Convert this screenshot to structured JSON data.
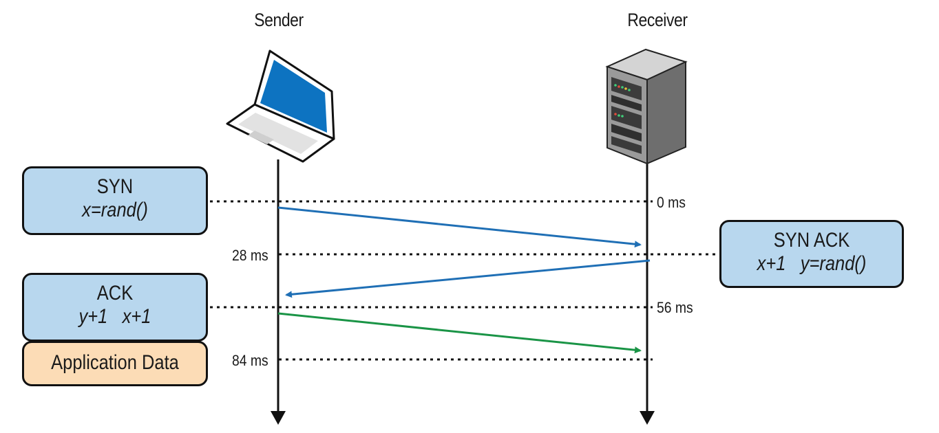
{
  "participants": {
    "sender": {
      "label": "Sender",
      "icon": "laptop-icon"
    },
    "receiver": {
      "label": "Receiver",
      "icon": "server-icon"
    }
  },
  "messages": [
    {
      "title": "SYN",
      "detail": "x=rand()"
    },
    {
      "title": "SYN ACK",
      "detail": "x+1   y=rand()"
    },
    {
      "title": "ACK",
      "detail": "y+1   x+1"
    },
    {
      "title": "Application Data"
    }
  ],
  "timestamps": [
    "0 ms",
    "28 ms",
    "56 ms",
    "84 ms"
  ],
  "colors": {
    "message_box": "#b8d7ee",
    "data_box": "#fcdcb6",
    "arrow_blue": "#1f6fb5",
    "arrow_green": "#1a9446",
    "border": "#111111"
  }
}
